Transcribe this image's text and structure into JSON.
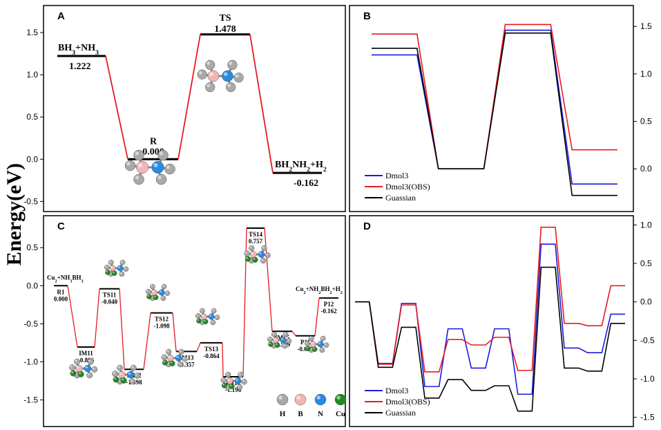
{
  "figure": {
    "y_axis_label": "Energy(eV)",
    "colors": {
      "dmol3": "#1a1adb",
      "dmol3_obs": "#e8191e",
      "guassian": "#000000",
      "profile": "#e8191e",
      "H": "#a9a9a9",
      "B": "#f2b5b5",
      "N": "#2a8ae0",
      "Cu": "#1f8a1f"
    }
  },
  "chart_data": [
    {
      "panel": "A",
      "type": "line",
      "description_kind": "energy-level-diagram",
      "ylim": [
        -0.62,
        1.82
      ],
      "yticks": [
        -0.5,
        0.0,
        0.5,
        1.0,
        1.5
      ],
      "ytick_labels": [
        "-0.5",
        "0.0",
        "0.5",
        "1.0",
        "1.5"
      ],
      "levels": [
        {
          "name": "BH3+NH3",
          "value_label": "1.222",
          "value": 1.222
        },
        {
          "name": "R",
          "value_label": "0.000",
          "value": 0.0
        },
        {
          "name": "TS",
          "value_label": "1.478",
          "value": 1.478
        },
        {
          "name": "BH2NH2+H2",
          "value_label": "-0.162",
          "value": -0.162
        }
      ]
    },
    {
      "panel": "B",
      "type": "line",
      "ylim": [
        -0.45,
        1.72
      ],
      "yticks": [
        0.0,
        0.5,
        1.0,
        1.5
      ],
      "ytick_labels": [
        "0.0",
        "0.5",
        "1.0",
        "1.5"
      ],
      "legend": "bottom-left",
      "series": [
        {
          "name": "Dmol3",
          "values": [
            1.2,
            0.0,
            1.46,
            -0.16
          ]
        },
        {
          "name": "Dmol3(OBS)",
          "values": [
            1.42,
            0.0,
            1.52,
            0.2
          ]
        },
        {
          "name": "Guassian",
          "values": [
            1.27,
            0.0,
            1.43,
            -0.28
          ]
        }
      ]
    },
    {
      "panel": "C",
      "type": "line",
      "description_kind": "energy-level-diagram",
      "ylim": [
        -1.85,
        0.92
      ],
      "yticks": [
        -1.5,
        -1.0,
        -0.5,
        0.0,
        0.5
      ],
      "ytick_labels": [
        "-1.5",
        "-1.0",
        "-0.5",
        "0.0",
        "0.5"
      ],
      "levels": [
        {
          "name": "R1",
          "value_label": "0.000",
          "value": 0.0,
          "extra": "Cu2+NH3BH3"
        },
        {
          "name": "IM11",
          "value_label": "-0.806",
          "value": -0.806
        },
        {
          "name": "TS11",
          "value_label": "-0.040",
          "value": -0.04
        },
        {
          "name": "IM12",
          "value_label": "-1.098",
          "value": -1.098
        },
        {
          "name": "TS12",
          "value_label": "-1.098",
          "value": -0.357
        },
        {
          "name": "IM13",
          "value_label": "-0.357",
          "value": -0.864
        },
        {
          "name": "TS13",
          "value_label": "-0.864",
          "value": -0.75
        },
        {
          "name": "IM14",
          "value_label": "-1.196",
          "value": -1.196
        },
        {
          "name": "TS14",
          "value_label": "0.757",
          "value": 0.757
        },
        {
          "name": "IM15",
          "value_label": "-0.599",
          "value": -0.599
        },
        {
          "name": "P11",
          "value_label": "-0.658",
          "value": -0.658
        },
        {
          "name": "P12",
          "value_label": "-0.162",
          "value": -0.162,
          "extra": "Cu2+NH2BH2+H2"
        }
      ],
      "atom_legend": [
        "H",
        "B",
        "N",
        "Cu"
      ]
    },
    {
      "panel": "D",
      "type": "line",
      "ylim": [
        -1.62,
        1.12
      ],
      "yticks": [
        -1.5,
        -1.0,
        -0.5,
        0.0,
        0.5,
        1.0
      ],
      "ytick_labels": [
        "-1.5",
        "-1.0",
        "-0.5",
        "0.0",
        "0.5",
        "1.0"
      ],
      "legend": "bottom-left",
      "series": [
        {
          "name": "Dmol3",
          "values": [
            0.0,
            -0.8,
            -0.02,
            -1.1,
            -0.35,
            -0.86,
            -0.35,
            -1.2,
            0.75,
            -0.6,
            -0.66,
            -0.16
          ]
        },
        {
          "name": "Dmol3(OBS)",
          "values": [
            0.0,
            -0.81,
            -0.04,
            -0.91,
            -0.49,
            -0.56,
            -0.46,
            -0.89,
            0.97,
            -0.28,
            -0.31,
            0.21
          ]
        },
        {
          "name": "Guassian",
          "values": [
            0.0,
            -0.85,
            -0.33,
            -1.25,
            -1.01,
            -1.15,
            -1.09,
            -1.42,
            0.45,
            -0.86,
            -0.9,
            -0.28
          ]
        }
      ]
    }
  ]
}
